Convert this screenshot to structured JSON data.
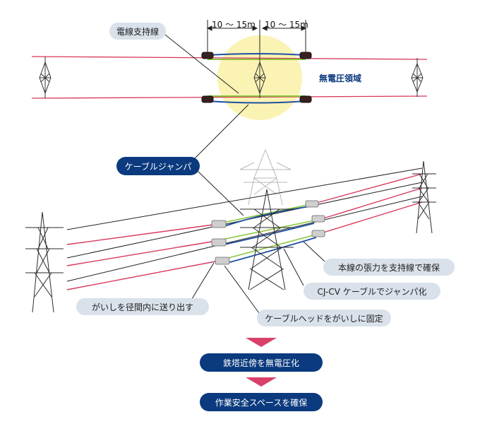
{
  "top_diagram": {
    "span_left": "10 〜 15m",
    "span_right": "10 〜 15m",
    "support_wire": "電線支持線",
    "deenergized_area": "無電圧領域"
  },
  "labels": {
    "cable_jumper": "ケーブルジャンパ",
    "main_line_tension": "本線の張力を支持線で確保",
    "cjcv_jumper": "CJ-CV ケーブルでジャンパ化",
    "insulator_send": "がいしを径間内に送り出す",
    "cable_head": "ケーブルヘッドをがいしに固定"
  },
  "flow": {
    "step1": "鉄塔近傍を無電圧化",
    "step2": "作業安全スペースを確保"
  },
  "colors": {
    "red_wire": "#d8375a",
    "green_wire": "#8cc63f",
    "blue_cable": "#1e4fa3",
    "dark_navy": "#0b3a7e",
    "light_pill": "#d9e1ea",
    "yellow_zone": "#fbf3b4",
    "arrow_pink": "#d9406a"
  }
}
